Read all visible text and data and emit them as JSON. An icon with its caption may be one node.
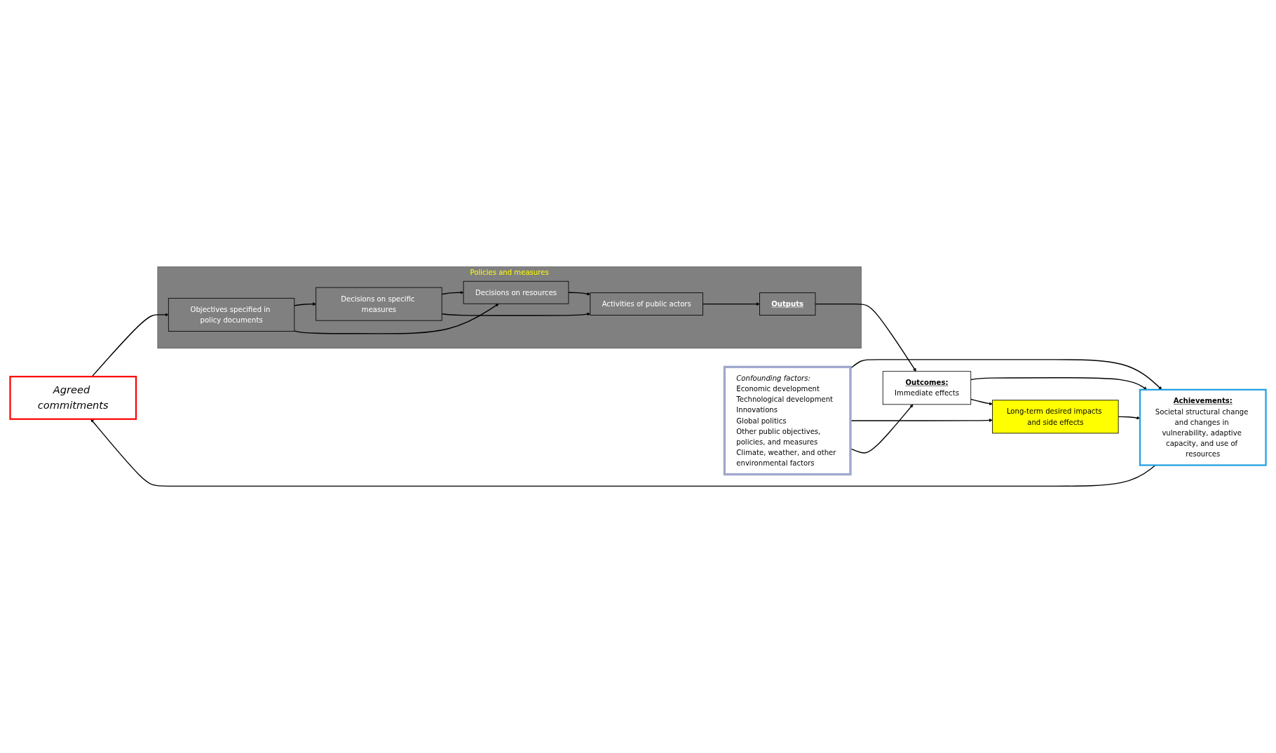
{
  "diagram": {
    "nodes": [
      {
        "text": [
          "Agreed commitments"
        ]
      },
      {
        "text": [
          "Achievements:",
          "Societal structural change and changes in vulnerability, adaptive capacity, and use of resources"
        ]
      },
      {
        "text": [
          "Long-term desired impacts and side effects"
        ]
      },
      {
        "text": [
          "Outcomes:",
          "Immediate effects"
        ]
      },
      {
        "text": [
          "Confounding factors:",
          "Economic development",
          "Technological development",
          "Innovations",
          "Global politics",
          "Other public objectives, policies, and measures",
          "Climate, weather, and other environmental factors"
        ]
      },
      {
        "text": [
          "Policies and measures"
        ]
      },
      {
        "text": [
          "Objectives specified in policy documents"
        ],
        "in": 5
      },
      {
        "text": [
          "Decisions on specific measures"
        ],
        "in": 5
      },
      {
        "text": [
          "Decisions on resources"
        ],
        "in": 5
      },
      {
        "text": [
          "Activities of public actors"
        ],
        "in": 5
      },
      {
        "text": [
          "Outputs"
        ],
        "in": 5
      }
    ],
    "edges": [
      {
        "from": 1,
        "to": 0,
        "arrow": "to"
      },
      {
        "from": 2,
        "to": 1,
        "arrow": "to"
      },
      {
        "from": 4,
        "to": 1,
        "arrow": "to"
      },
      {
        "from": 3,
        "to": 1,
        "arrow": "to"
      },
      {
        "from": 4,
        "to": 2,
        "arrow": "to"
      },
      {
        "from": 4,
        "to": 3,
        "arrow": "to"
      },
      {
        "from": 3,
        "to": 2,
        "arrow": "to"
      },
      {
        "from": 0,
        "to": 6,
        "arrow": "to"
      },
      {
        "from": 6,
        "to": 7,
        "arrow": "to"
      },
      {
        "from": 6,
        "to": 8,
        "arrow": "to"
      },
      {
        "from": 7,
        "to": 8,
        "arrow": "to"
      },
      {
        "from": 7,
        "to": 9,
        "arrow": "to"
      },
      {
        "from": 8,
        "to": 9,
        "arrow": "to"
      },
      {
        "from": 9,
        "to": 10,
        "arrow": "to"
      },
      {
        "from": 10,
        "to": 3,
        "arrow": "to"
      }
    ]
  }
}
